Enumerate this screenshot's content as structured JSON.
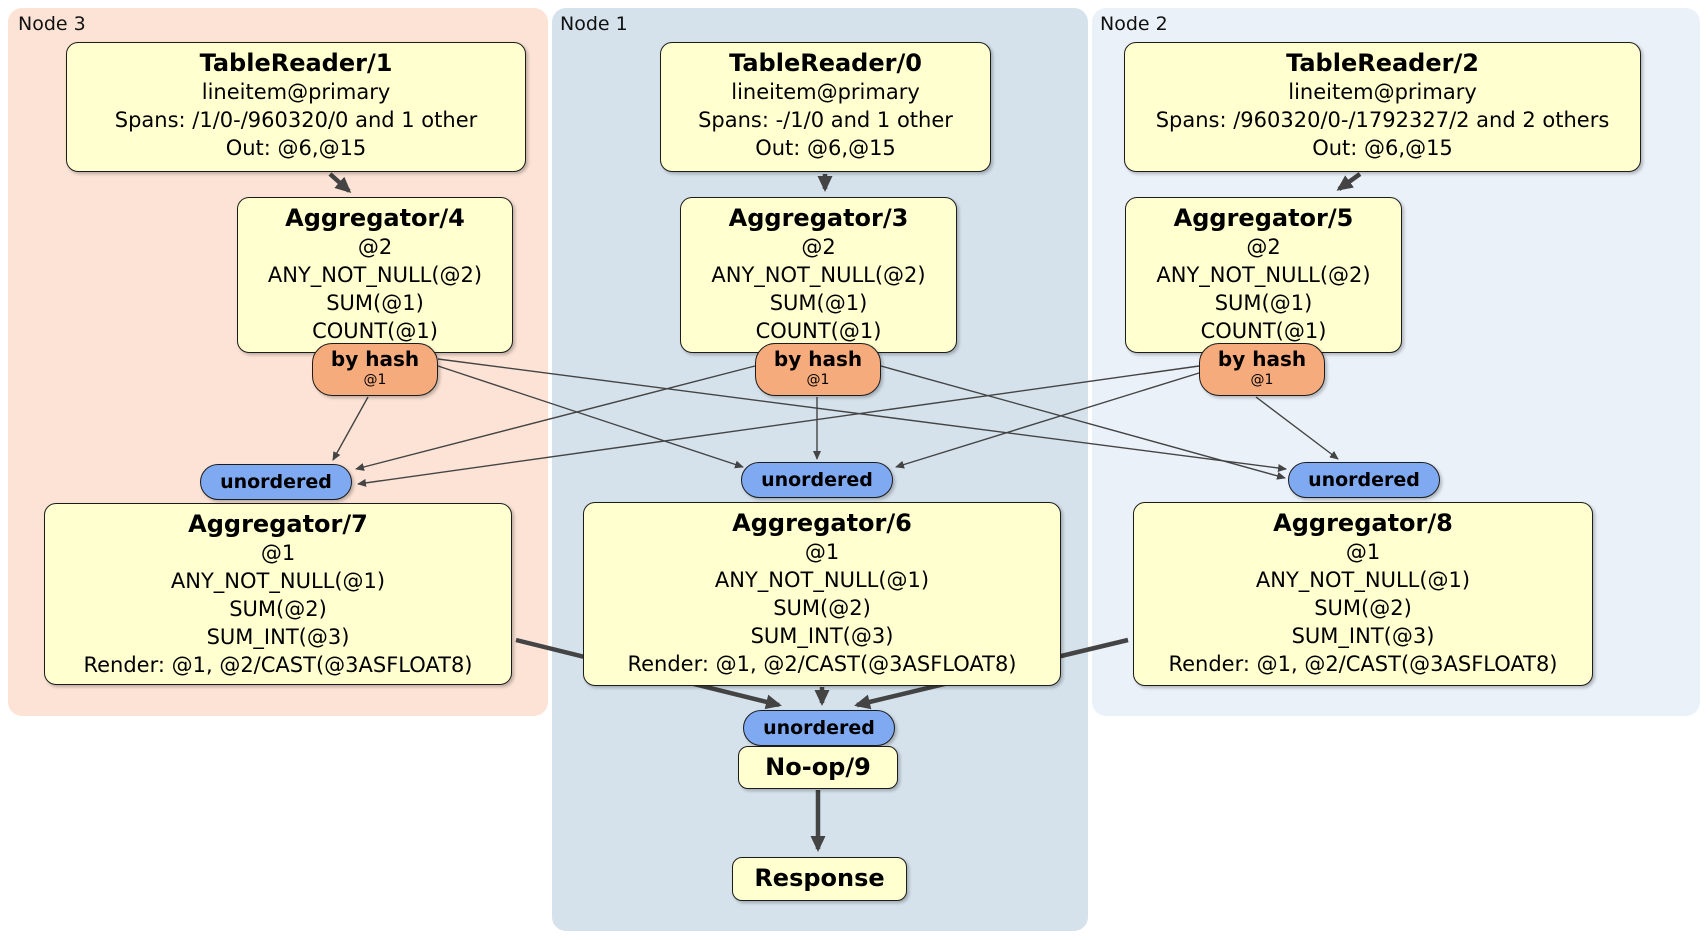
{
  "regions": {
    "node3": {
      "label": "Node 3",
      "bg": "#fce3d5"
    },
    "node1": {
      "label": "Node 1",
      "bg": "#d5e2ec"
    },
    "node2": {
      "label": "Node 2",
      "bg": "#eaf1f9"
    }
  },
  "processors": {
    "tr1": {
      "title": "TableReader/1",
      "lines": [
        "lineitem@primary",
        "Spans: /1/0-/960320/0 and 1 other",
        "Out: @6,@15"
      ]
    },
    "tr0": {
      "title": "TableReader/0",
      "lines": [
        "lineitem@primary",
        "Spans: -/1/0 and 1 other",
        "Out: @6,@15"
      ]
    },
    "tr2": {
      "title": "TableReader/2",
      "lines": [
        "lineitem@primary",
        "Spans: /960320/0-/1792327/2 and 2 others",
        "Out: @6,@15"
      ]
    },
    "agg4": {
      "title": "Aggregator/4",
      "lines": [
        "@2",
        "ANY_NOT_NULL(@2)",
        "SUM(@1)",
        "COUNT(@1)"
      ]
    },
    "agg3": {
      "title": "Aggregator/3",
      "lines": [
        "@2",
        "ANY_NOT_NULL(@2)",
        "SUM(@1)",
        "COUNT(@1)"
      ]
    },
    "agg5": {
      "title": "Aggregator/5",
      "lines": [
        "@2",
        "ANY_NOT_NULL(@2)",
        "SUM(@1)",
        "COUNT(@1)"
      ]
    },
    "agg7": {
      "title": "Aggregator/7",
      "lines": [
        "@1",
        "ANY_NOT_NULL(@1)",
        "SUM(@2)",
        "SUM_INT(@3)",
        "Render: @1, @2/CAST(@3ASFLOAT8)"
      ]
    },
    "agg6": {
      "title": "Aggregator/6",
      "lines": [
        "@1",
        "ANY_NOT_NULL(@1)",
        "SUM(@2)",
        "SUM_INT(@3)",
        "Render: @1, @2/CAST(@3ASFLOAT8)"
      ]
    },
    "agg8": {
      "title": "Aggregator/8",
      "lines": [
        "@1",
        "ANY_NOT_NULL(@1)",
        "SUM(@2)",
        "SUM_INT(@3)",
        "Render: @1, @2/CAST(@3ASFLOAT8)"
      ]
    },
    "noop9": {
      "title": "No-op/9"
    },
    "response": {
      "title": "Response"
    }
  },
  "routers": {
    "byhash4": {
      "label": "by hash",
      "detail": "@1"
    },
    "byhash3": {
      "label": "by hash",
      "detail": "@1"
    },
    "byhash5": {
      "label": "by hash",
      "detail": "@1"
    }
  },
  "streams": {
    "left": {
      "label": "unordered"
    },
    "mid": {
      "label": "unordered"
    },
    "right": {
      "label": "unordered"
    },
    "bottom": {
      "label": "unordered"
    }
  },
  "colors": {
    "processor_fill": "#ffffd0",
    "router_fill": "#f6ab7c",
    "stream_fill": "#7fa9f0",
    "edge": "#444444",
    "node3_bg": "#fce3d5",
    "node1_bg": "#d5e2ec",
    "node2_bg": "#eaf1f9"
  }
}
